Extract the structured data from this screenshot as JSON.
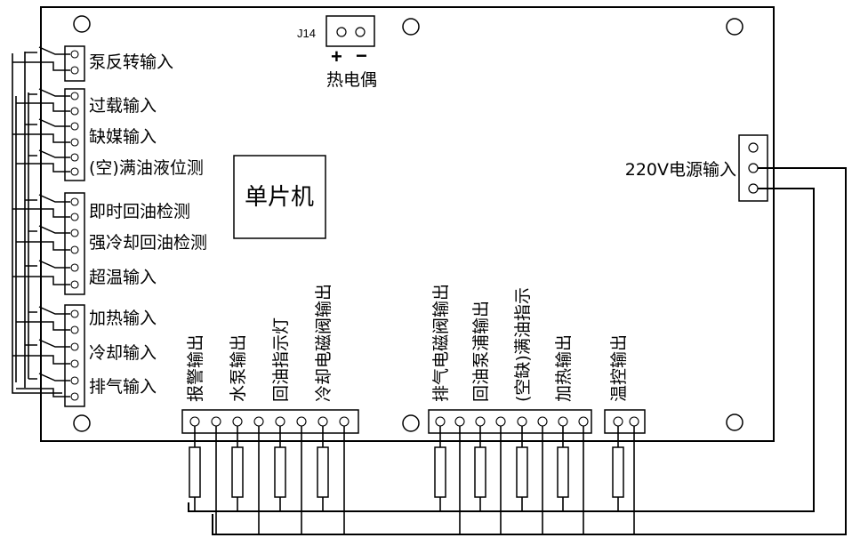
{
  "board": {
    "mcu_label": "单片机",
    "j14": {
      "ref": "J14",
      "plus": "+",
      "minus": "−",
      "label": "热电偶"
    },
    "power_label": "220V电源输入"
  },
  "inputs": [
    {
      "label": "泵反转输入"
    },
    {
      "label": "过载输入"
    },
    {
      "label": "缺媒输入"
    },
    {
      "label": "(空)满油液位测"
    },
    {
      "label": "即时回油检测"
    },
    {
      "label": "强冷却回油检测"
    },
    {
      "label": "超温输入"
    },
    {
      "label": "加热输入"
    },
    {
      "label": "冷却输入"
    },
    {
      "label": "排气输入"
    }
  ],
  "outputs_left": [
    {
      "label": "报警输出"
    },
    {
      "label": "水泵输出"
    },
    {
      "label": "回油指示灯"
    },
    {
      "label": "冷却电磁阀输出"
    }
  ],
  "outputs_right": [
    {
      "label": "排气电磁阀输出"
    },
    {
      "label": "回油泵浦输出"
    },
    {
      "label": "(空缺)满油指示"
    },
    {
      "label": "加热输出"
    }
  ],
  "outputs_temp": [
    {
      "label": "温控输出"
    }
  ]
}
